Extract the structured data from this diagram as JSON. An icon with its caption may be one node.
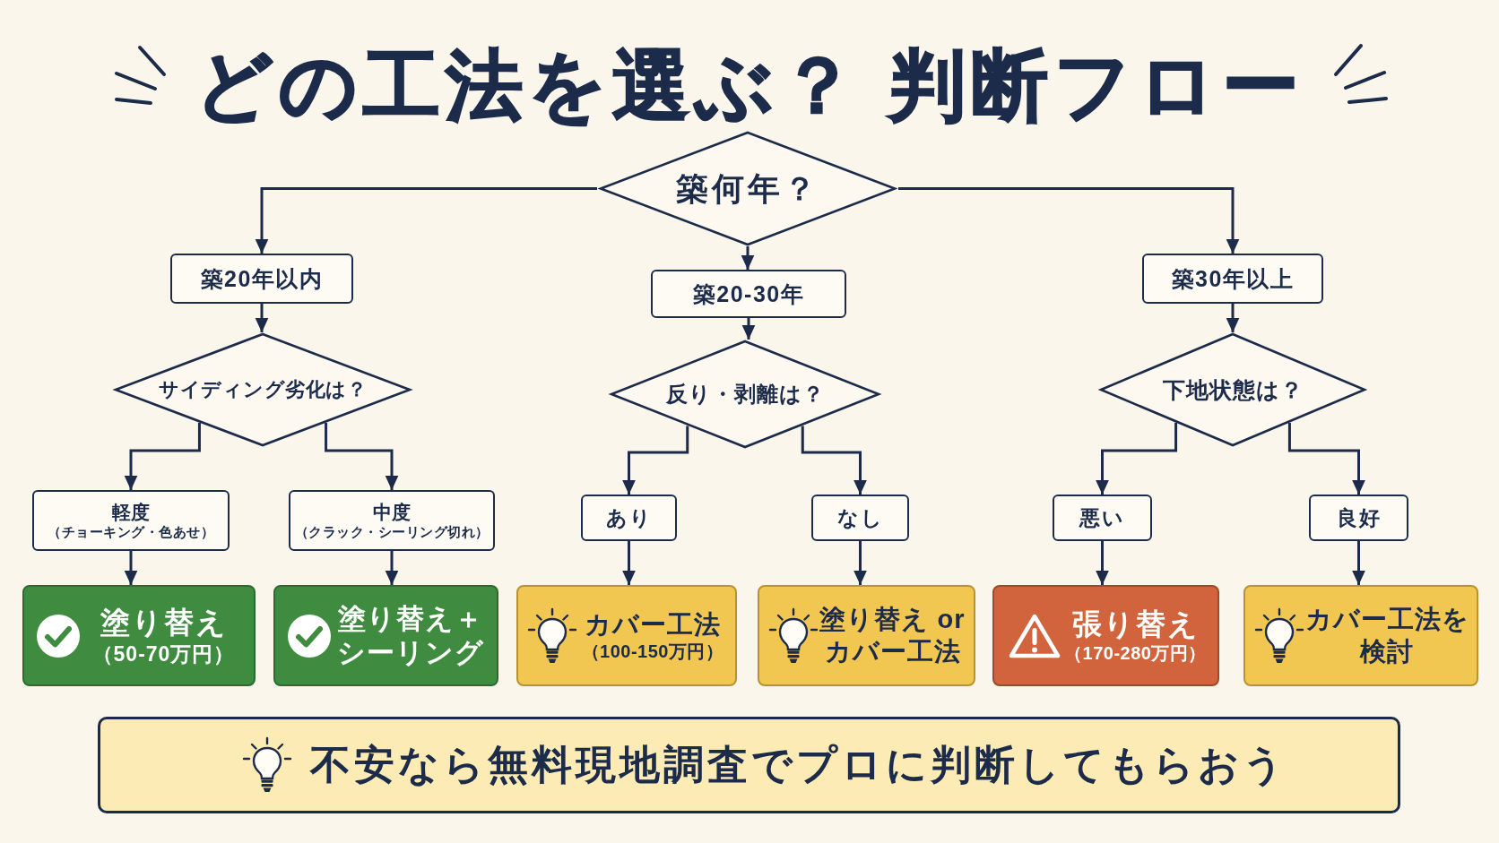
{
  "diagram": {
    "title": "どの工法を選ぶ？ 判断フロー",
    "nodes": [
      {
        "text": [
          "築何年？"
        ]
      },
      {
        "text": [
          "築20年以内"
        ]
      },
      {
        "text": [
          "築20-30年"
        ]
      },
      {
        "text": [
          "築30年以上"
        ]
      },
      {
        "text": [
          "サイディング劣化は？"
        ]
      },
      {
        "text": [
          "反り・剥離は？"
        ]
      },
      {
        "text": [
          "下地状態は？"
        ]
      },
      {
        "text": [
          "軽度",
          "（チョーキング・色あせ）"
        ]
      },
      {
        "text": [
          "中度",
          "（クラック・シーリング切れ）"
        ]
      },
      {
        "text": [
          "あり"
        ]
      },
      {
        "text": [
          "なし"
        ]
      },
      {
        "text": [
          "悪い"
        ]
      },
      {
        "text": [
          "良好"
        ]
      },
      {
        "text": [
          "塗り替え",
          "（50-70万円）"
        ]
      },
      {
        "text": [
          "塗り替え＋シーリング"
        ]
      },
      {
        "text": [
          "カバー工法",
          "（100-150万円）"
        ]
      },
      {
        "text": [
          "塗り替え or カバー工法"
        ]
      },
      {
        "text": [
          "張り替え",
          "（170-280万円）"
        ]
      },
      {
        "text": [
          "カバー工法を検討"
        ]
      },
      {
        "text": [
          "不安なら無料現地調査でプロに判断してもらおう"
        ]
      }
    ],
    "edges": [
      {
        "from": 0,
        "to": 1,
        "arrow": "to"
      },
      {
        "from": 0,
        "to": 2,
        "arrow": "to"
      },
      {
        "from": 0,
        "to": 3,
        "arrow": "to"
      },
      {
        "from": 1,
        "to": 4,
        "arrow": "to"
      },
      {
        "from": 2,
        "to": 5,
        "arrow": "to"
      },
      {
        "from": 3,
        "to": 6,
        "arrow": "to"
      },
      {
        "from": 4,
        "to": 7,
        "arrow": "to"
      },
      {
        "from": 4,
        "to": 8,
        "arrow": "to"
      },
      {
        "from": 5,
        "to": 9,
        "arrow": "to"
      },
      {
        "from": 5,
        "to": 10,
        "arrow": "to"
      },
      {
        "from": 6,
        "to": 11,
        "arrow": "to"
      },
      {
        "from": 6,
        "to": 12,
        "arrow": "to"
      },
      {
        "from": 7,
        "to": 13,
        "arrow": "to"
      },
      {
        "from": 8,
        "to": 14,
        "arrow": "to"
      },
      {
        "from": 9,
        "to": 15,
        "arrow": "to"
      },
      {
        "from": 10,
        "to": 16,
        "arrow": "to"
      },
      {
        "from": 11,
        "to": 17,
        "arrow": "to"
      },
      {
        "from": 12,
        "to": 18,
        "arrow": "to"
      }
    ]
  }
}
